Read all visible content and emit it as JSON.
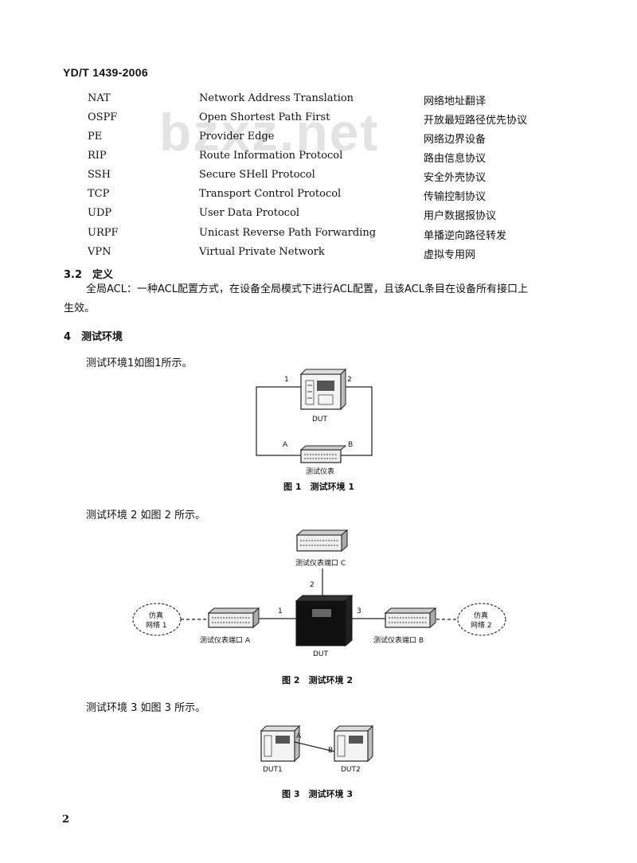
{
  "header": {
    "code": "YD/T 1439-2006"
  },
  "watermark": "bzxz.net",
  "abbreviations": [
    {
      "abbr": "NAT",
      "full": "Network Address Translation",
      "zh": "网络地址翻译"
    },
    {
      "abbr": "OSPF",
      "full": "Open Shortest Path First",
      "zh": "开放最短路径优先协议"
    },
    {
      "abbr": "PE",
      "full": "Provider Edge",
      "zh": "网络边界设备"
    },
    {
      "abbr": "RIP",
      "full": "Route Information Protocol",
      "zh": "路由信息协议"
    },
    {
      "abbr": "SSH",
      "full": "Secure SHell Protocol",
      "zh": "安全外壳协议"
    },
    {
      "abbr": "TCP",
      "full": "Transport Control Protocol",
      "zh": "传输控制协议"
    },
    {
      "abbr": "UDP",
      "full": "User Data Protocol",
      "zh": "用户数据报协议"
    },
    {
      "abbr": "URPF",
      "full": "Unicast Reverse Path Forwarding",
      "zh": "单播逆向路径转发"
    },
    {
      "abbr": "VPN",
      "full": "Virtual Private Network",
      "zh": "虚拟专用网"
    }
  ],
  "section_3_2": {
    "heading": "3.2　定义",
    "para_line1": "全局ACL：一种ACL配置方式，在设备全局模式下进行ACL配置，且该ACL条目在设备所有接口上",
    "para_line2": "生效。"
  },
  "section_4": {
    "heading": "4　测试环境"
  },
  "fig1": {
    "intro": "测试环境1如图1所示。",
    "port1": "1",
    "port2": "2",
    "portA": "A",
    "portB": "B",
    "dut": "DUT",
    "tester": "测试仪表",
    "caption": "图 1　测试环境 1"
  },
  "fig2": {
    "intro": "测试环境 2 如图 2 所示。",
    "tester_c": "测试仪表端口 C",
    "port1": "1",
    "port2": "2",
    "port3": "3",
    "cloud_left_1": "仿真",
    "cloud_left_2": "网络 1",
    "cloud_right_1": "仿真",
    "cloud_right_2": "网络 2",
    "tester_a": "测试仪表端口 A",
    "tester_b": "测试仪表端口 B",
    "dut": "DUT",
    "caption": "图 2　测试环境 2"
  },
  "fig3": {
    "intro": "测试环境 3 如图 3 所示。",
    "portA": "A",
    "portB": "B",
    "dut1": "DUT1",
    "dut2": "DUT2",
    "caption": "图 3　测试环境 3"
  },
  "page_number": "2"
}
